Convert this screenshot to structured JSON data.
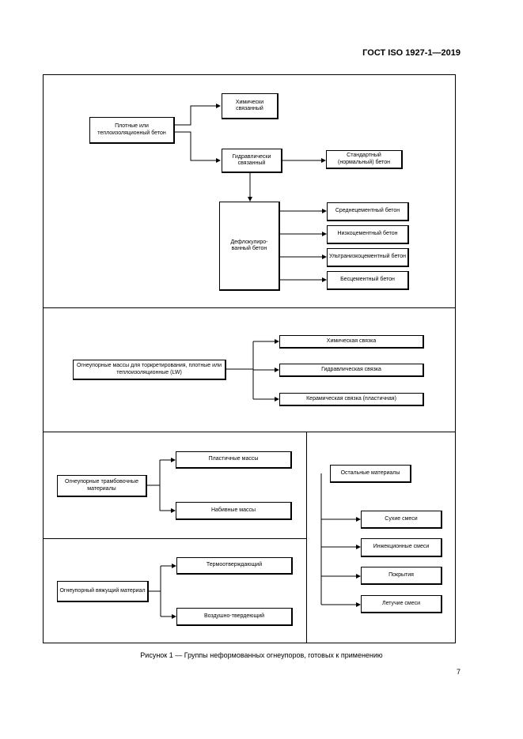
{
  "header": {
    "standard": "ГОСТ ISO 1927-1—2019"
  },
  "section1": {
    "root": "Плотные или теплоизоляционный бетон",
    "chem_bonded": "Химически связанный",
    "hydr_bonded": "Гидравлически связанный",
    "standard_concrete": "Стандартный (нормальный) бетон",
    "deflocculated": "Дефлокулиро- ванный бетон",
    "medium_cement": "Среднецементный бетон",
    "low_cement": "Низкоцементный бетон",
    "ultra_low_cement": "Ультранизкоцементный бетон",
    "cement_free": "Бесцементный бетон"
  },
  "section2": {
    "root": "Огнеупорные массы для торкретирования, плотные или теплоизоляционные (LW)",
    "chem_bond": "Химическая связка",
    "hydr_bond": "Гидравлическая связка",
    "ceramic_bond": "Керамическая связка (пластичная)"
  },
  "section3": {
    "root": "Огнеупорные трамбовочные материалы",
    "plastic": "Пластичные массы",
    "rammed": "Набивные массы"
  },
  "section4": {
    "root": "Огнеупорный вяжущий материал",
    "thermo": "Термоотверждающий",
    "air": "Воздушно-твердеющий"
  },
  "section5": {
    "root": "Остальные материалы",
    "dry": "Сухие смеси",
    "injection": "Инжекционные смеси",
    "coatings": "Покрытия",
    "casting": "Летучие смеси"
  },
  "caption": "Рисунок 1 — Группы неформованных огнеупоров, готовых к применению",
  "page_number": "7"
}
